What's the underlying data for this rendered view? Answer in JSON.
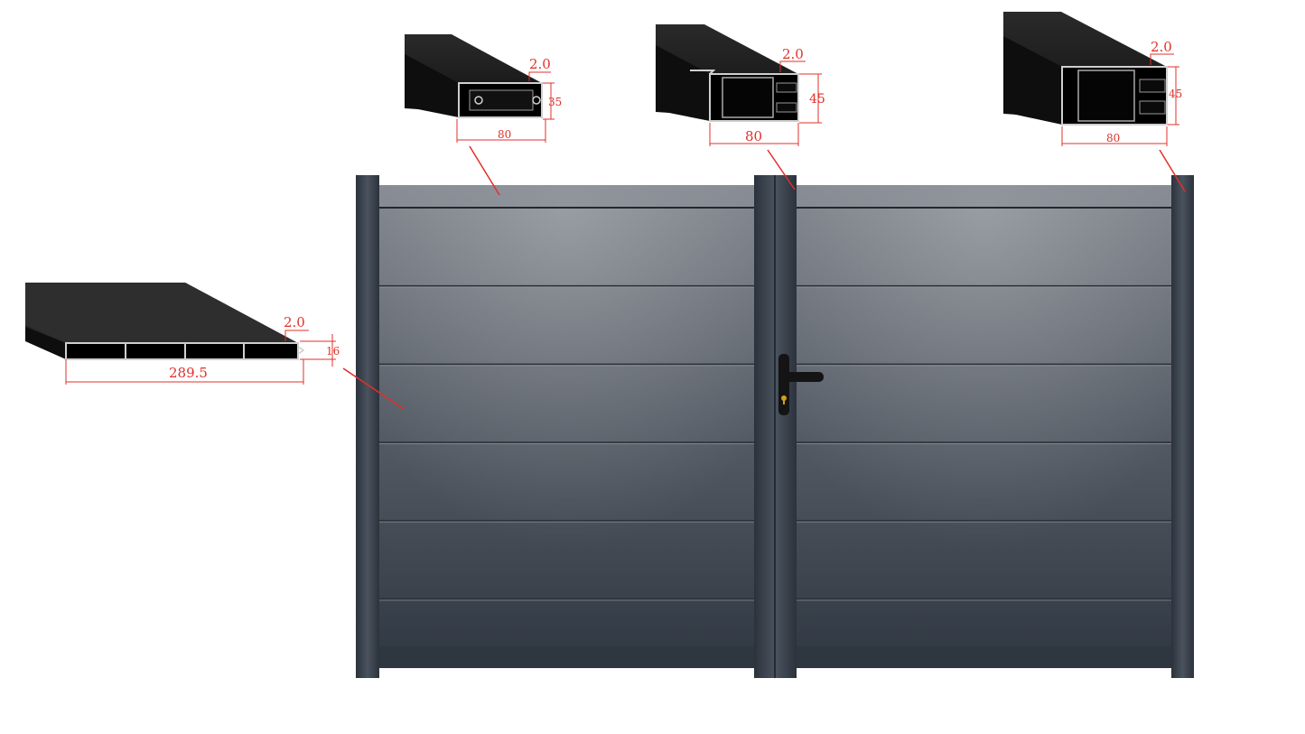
{
  "colors": {
    "gate_top": "#7a8088",
    "gate_bottom": "#2f3742",
    "frame": "#3a424d",
    "profile": "#1a1a1a",
    "dimension": "#e0302a"
  },
  "profiles": {
    "rail": {
      "thickness": "2.0",
      "height": "35",
      "width": "80"
    },
    "center_post": {
      "thickness": "2.0",
      "height": "45",
      "width": "80"
    },
    "side_post": {
      "thickness": "2.0",
      "height": "45",
      "width": "80"
    },
    "panel": {
      "thickness": "2.0",
      "height": "16",
      "width": "289.5"
    }
  },
  "gate": {
    "panel_rows": 6,
    "icons": {
      "handle": "lever-handle-icon",
      "lock": "keyhole-icon"
    }
  }
}
